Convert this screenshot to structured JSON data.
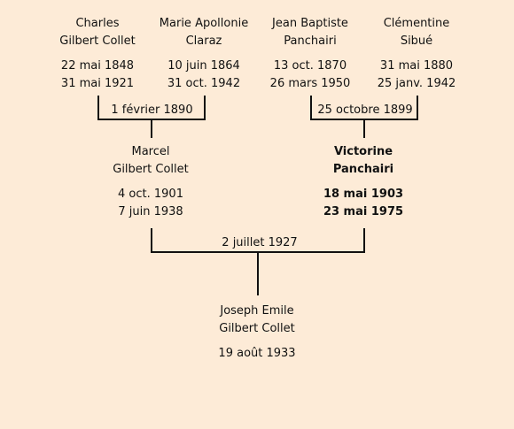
{
  "generation1": [
    {
      "name": [
        "Charles",
        "Gilbert Collet"
      ],
      "birth": "22 mai 1848",
      "death": "31 mai 1921"
    },
    {
      "name": [
        "Marie Apollonie",
        "Claraz"
      ],
      "birth": "10 juin 1864",
      "death": "31 oct. 1942"
    },
    {
      "name": [
        "Jean Baptiste",
        "Panchairi"
      ],
      "birth": "13 oct. 1870",
      "death": "26 mars 1950"
    },
    {
      "name": [
        "Clémentine",
        "Sibué"
      ],
      "birth": "31 mai 1880",
      "death": "25 janv. 1942"
    }
  ],
  "marriages": {
    "left": "1 février 1890",
    "right": "25 octobre 1899",
    "parents": "2 juillet 1927"
  },
  "generation2": [
    {
      "name": [
        "Marcel",
        "Gilbert Collet"
      ],
      "birth": "4 oct. 1901",
      "death": "7 juin 1938"
    },
    {
      "name": [
        "Victorine",
        "Panchairi"
      ],
      "birth": "18 mai 1903",
      "death": "23 mai 1975"
    }
  ],
  "generation3": {
    "name": [
      "Joseph Emile",
      "Gilbert Collet"
    ],
    "birth": "19 août 1933"
  }
}
